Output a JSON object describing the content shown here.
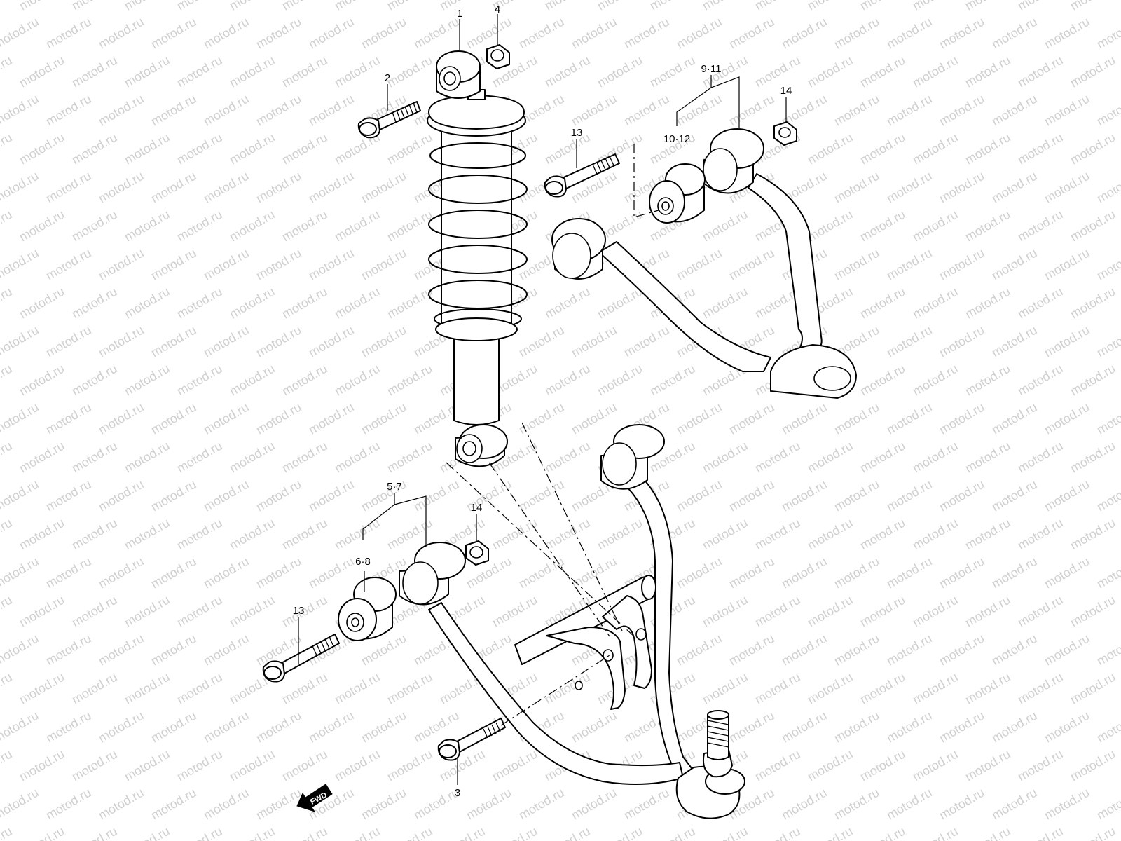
{
  "watermark": "motod.ru",
  "callouts": {
    "c1": "1",
    "c2": "2",
    "c3": "3",
    "c4": "4",
    "c57": "5·7",
    "c68": "6·8",
    "c911": "9·11",
    "c1012": "10·12",
    "c13a": "13",
    "c13b": "13",
    "c14a": "14",
    "c14b": "14"
  },
  "direction_marker": "FWD",
  "colors": {
    "line": "#000000",
    "background": "#ffffff",
    "watermark": "#d0d0d0"
  }
}
